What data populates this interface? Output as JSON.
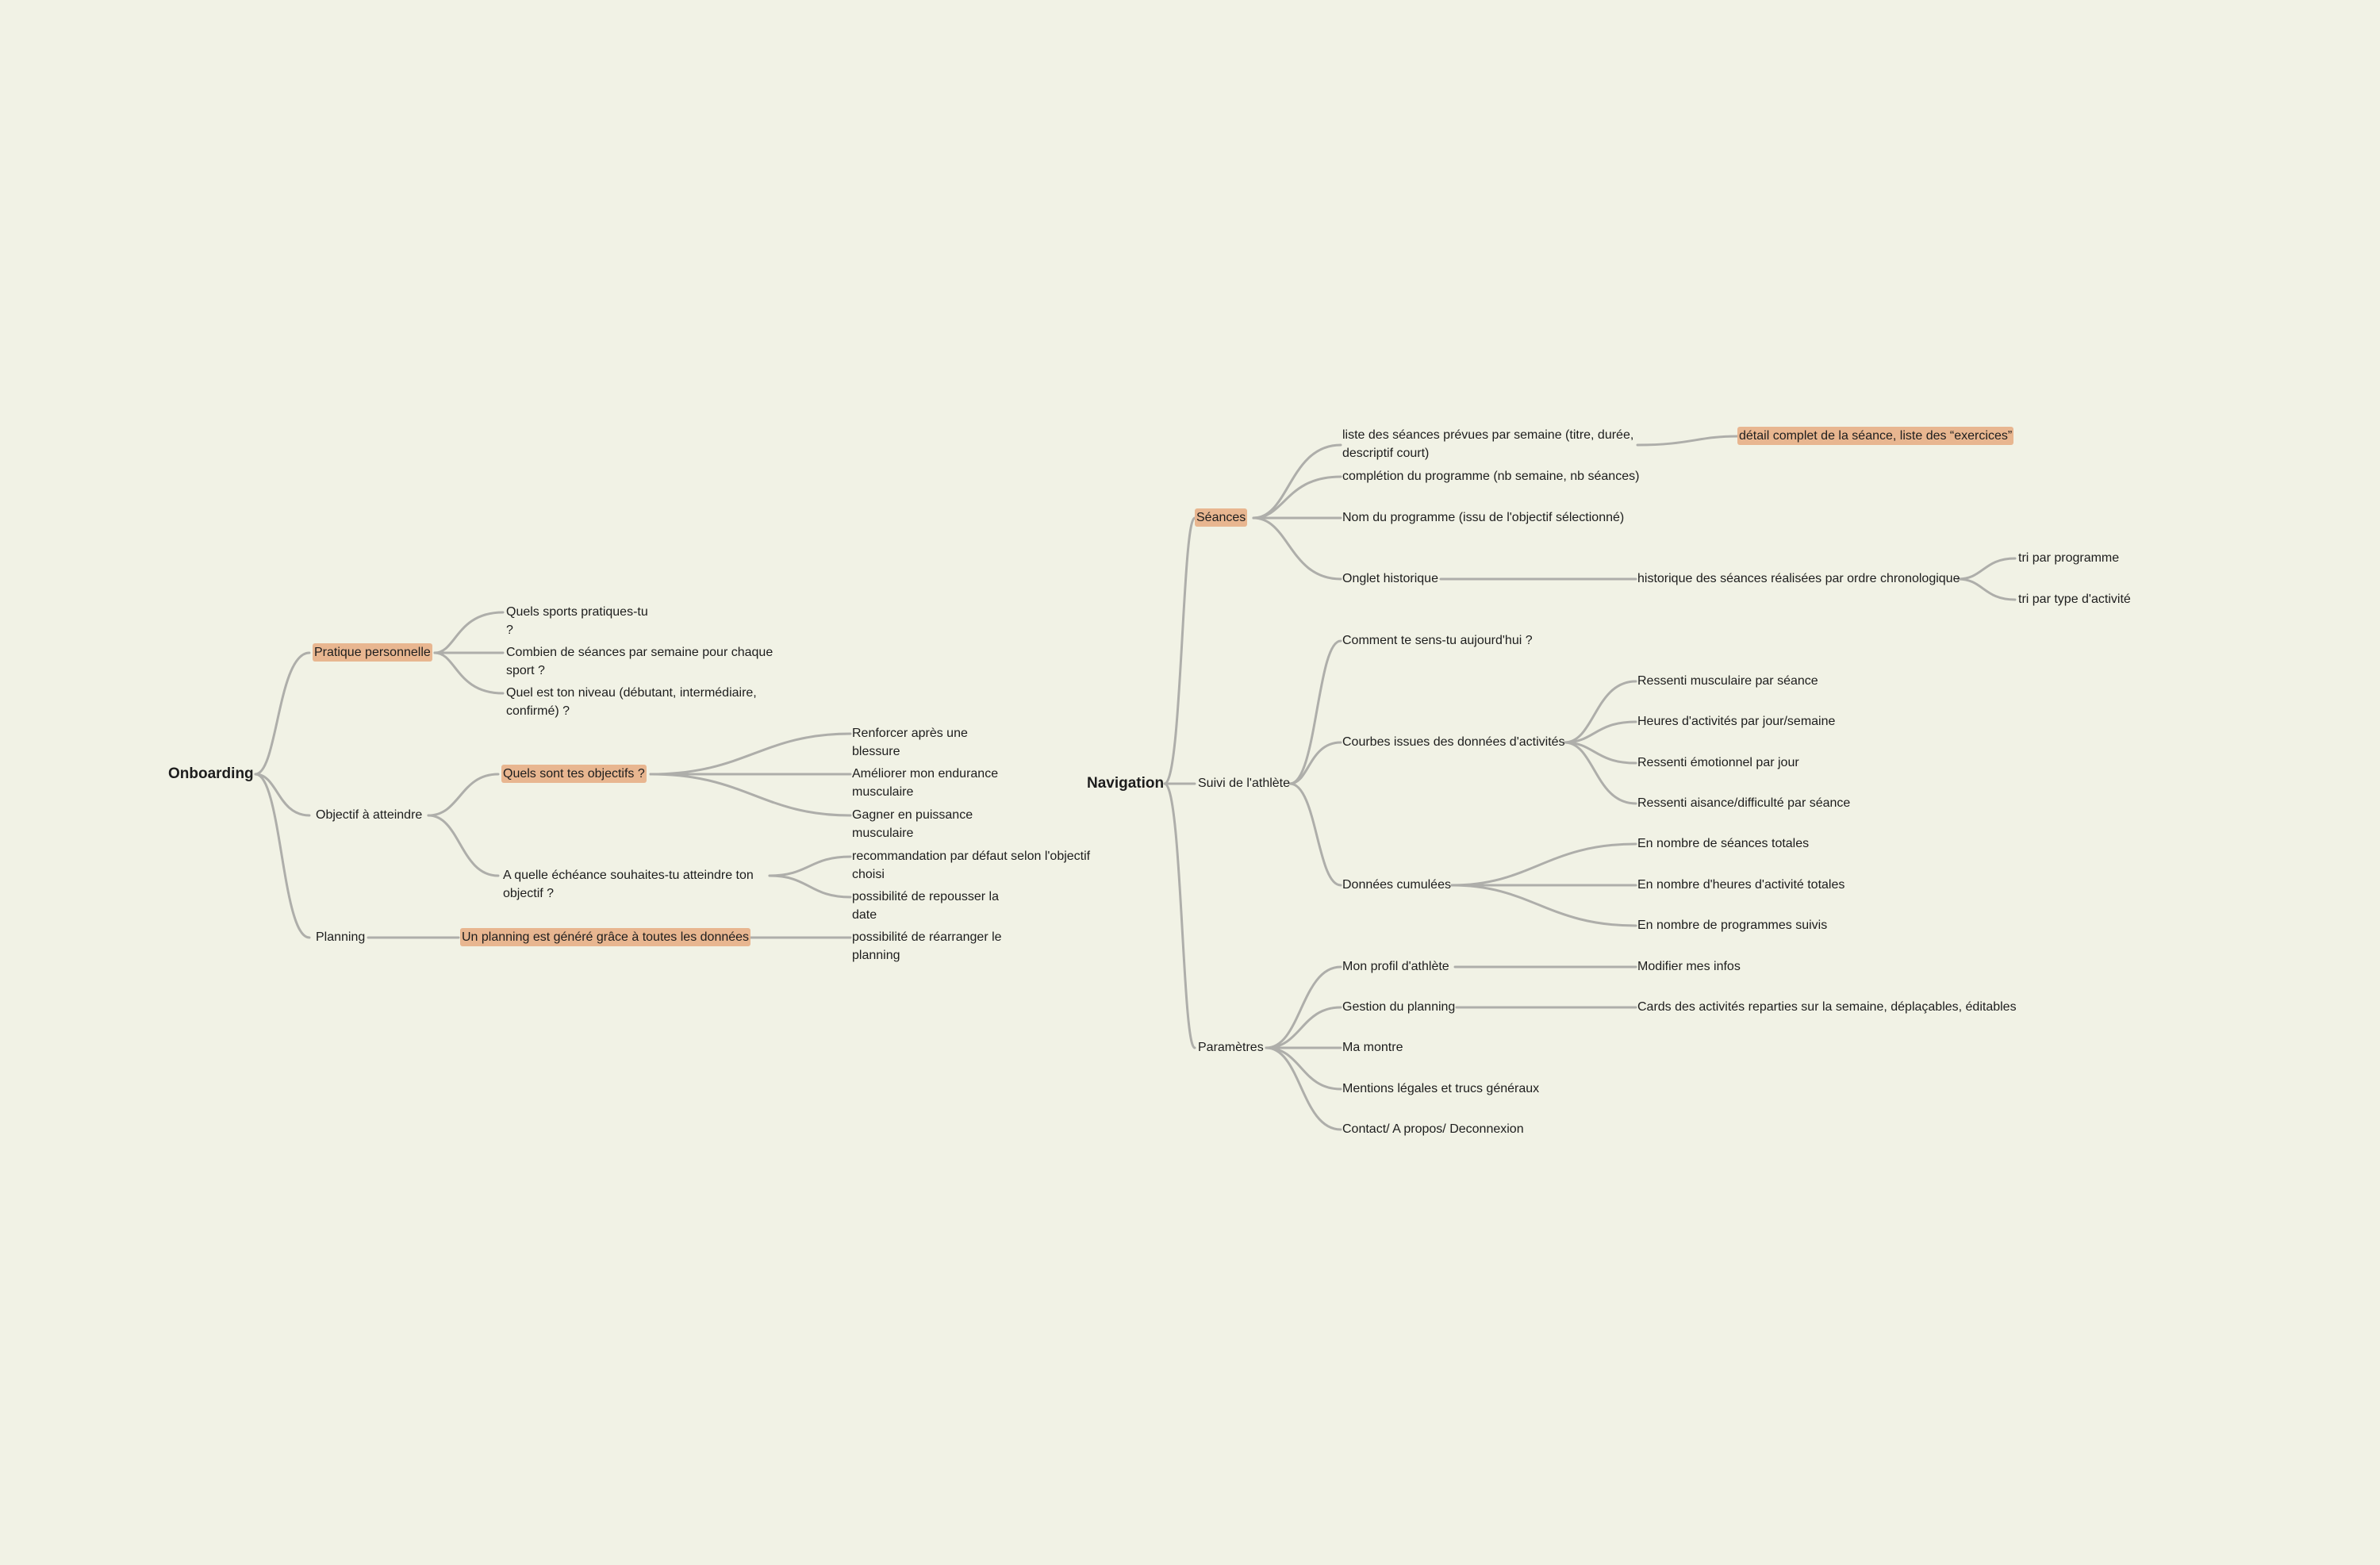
{
  "colors": {
    "background": "#f1f2e5",
    "connector": "#aeaeaa",
    "highlight": "#e8b690",
    "text": "#1d1d1d"
  },
  "onboarding": {
    "root": "Onboarding",
    "pratique": {
      "label": "Pratique personnelle",
      "q1": "Quels sports pratiques-tu ?",
      "q2": "Combien de séances par semaine pour chaque sport ?",
      "q3": "Quel est ton niveau (débutant, intermédiaire, confirmé) ?"
    },
    "objectif": {
      "label": "Objectif à atteindre",
      "question": "Quels sont tes objectifs ?",
      "goals": [
        "Renforcer après une blessure",
        "Améliorer mon endurance musculaire",
        "Gagner en puissance musculaire"
      ],
      "deadline": "A quelle échéance souhaites-tu atteindre ton objectif ?",
      "deadline_options": [
        "recommandation par défaut selon l'objectif choisi",
        "possibilité de repousser la date"
      ]
    },
    "planning": {
      "label": "Planning",
      "generated": "Un planning est généré grâce à toutes les données",
      "rearrange": "possibilité de réarranger le planning"
    }
  },
  "navigation": {
    "root": "Navigation",
    "seances": {
      "label": "Séances",
      "weekly_list": "liste des séances prévues par semaine (titre, durée, descriptif court)",
      "detail": "détail complet de la séance, liste des “exercices”",
      "completion": "complétion du programme (nb semaine, nb séances)",
      "program_name": "Nom du programme (issu de l'objectif sélectionné)",
      "history_tab": "Onglet historique",
      "history": "historique des séances réalisées par ordre chronologique",
      "sort_program": "tri par programme",
      "sort_type": "tri par type d'activité"
    },
    "suivi": {
      "label": "Suivi de l'athlète",
      "feeling": "Comment te sens-tu aujourd'hui ?",
      "curves": "Courbes issues des données d'activités",
      "curve_items": [
        "Ressenti musculaire par séance",
        "Heures d'activités par jour/semaine",
        "Ressenti émotionnel par jour",
        "Ressenti aisance/difficulté par séance"
      ],
      "cumulative": "Données cumulées",
      "cumulative_items": [
        "En nombre de séances totales",
        "En nombre d'heures d'activité totales",
        "En nombre de programmes suivis"
      ]
    },
    "parametres": {
      "label": "Paramètres",
      "profile": "Mon profil d'athlète",
      "profile_edit": "Modifier mes infos",
      "planning_mgmt": "Gestion du planning",
      "planning_cards": "Cards des activités reparties sur la semaine, déplaçables, éditables",
      "watch": "Ma montre",
      "legal": "Mentions légales et trucs généraux",
      "contact": "Contact/ A propos/ Deconnexion"
    }
  }
}
